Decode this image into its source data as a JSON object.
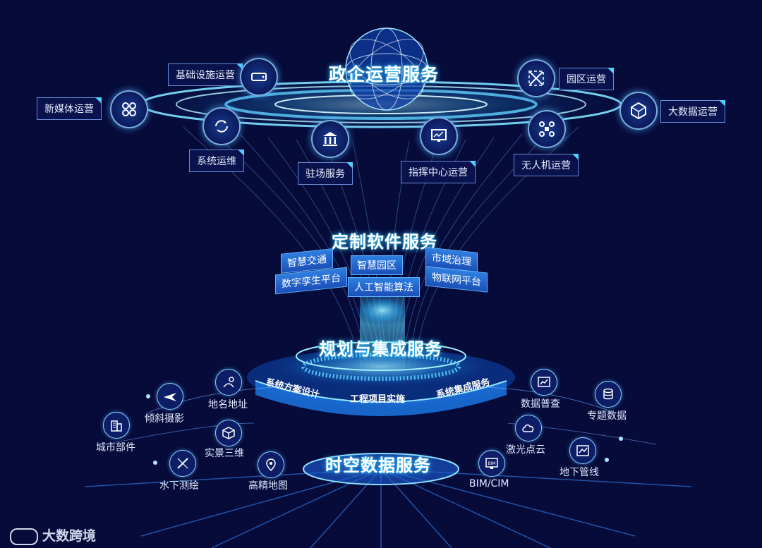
{
  "top": {
    "title": "政企运营服务",
    "items": [
      {
        "label": "基础设施运营",
        "icon": "server-icon"
      },
      {
        "label": "新媒体运营",
        "icon": "network-icon"
      },
      {
        "label": "系统运维",
        "icon": "cycle-icon"
      },
      {
        "label": "驻场服务",
        "icon": "bank-icon"
      },
      {
        "label": "指挥中心运营",
        "icon": "monitor-icon"
      },
      {
        "label": "无人机运营",
        "icon": "drone-icon"
      },
      {
        "label": "园区运营",
        "icon": "park-icon"
      },
      {
        "label": "大数据运营",
        "icon": "cube-icon"
      }
    ]
  },
  "software": {
    "title": "定制软件服务",
    "tiles": [
      "智慧交通",
      "智慧园区",
      "市域治理",
      "数字孪生平台",
      "人工智能算法",
      "物联网平台"
    ]
  },
  "planning": {
    "title": "规划与集成服务",
    "items": [
      "系统方案设计",
      "工程项目实施",
      "系统集成服务"
    ]
  },
  "spatial": {
    "title": "时空数据服务",
    "left_items": [
      {
        "label": "地名地址",
        "icon": "pin-path-icon"
      },
      {
        "label": "倾斜摄影",
        "icon": "airplane-icon"
      },
      {
        "label": "城市部件",
        "icon": "building-icon"
      },
      {
        "label": "实景三维",
        "icon": "cube3d-icon"
      },
      {
        "label": "水下测绘",
        "icon": "ruler-icon"
      },
      {
        "label": "高精地图",
        "icon": "map-pin-icon"
      }
    ],
    "right_items": [
      {
        "label": "数据普查",
        "icon": "chart-icon"
      },
      {
        "label": "专题数据",
        "icon": "database-icon"
      },
      {
        "label": "激光点云",
        "icon": "cloud-icon"
      },
      {
        "label": "地下管线",
        "icon": "pipeline-icon"
      },
      {
        "label": "BIM/CIM",
        "icon": "bim-icon"
      }
    ]
  },
  "watermark": "大数跨境",
  "colors": {
    "background": "#060b3a",
    "glow": "#3ec8ff",
    "tile": "#2f7fe0"
  }
}
